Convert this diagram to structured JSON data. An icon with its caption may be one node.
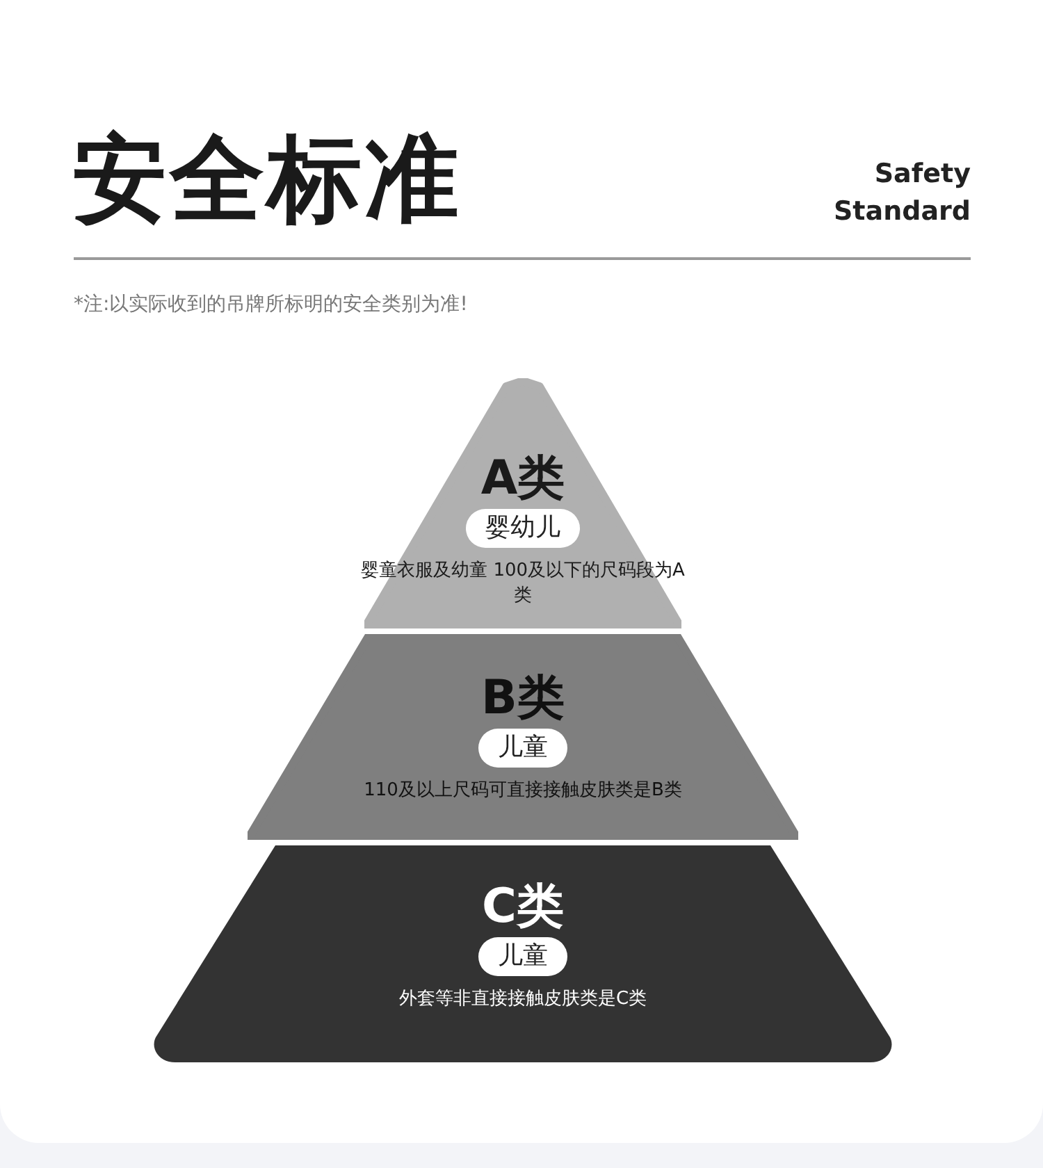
{
  "diagram": {
    "title": "安全标准",
    "nodes": [
      {
        "text": [
          "A类",
          "婴童衣服及幼童 100及以下的尺码段为A类"
        ]
      },
      {
        "text": [
          "婴幼儿"
        ],
        "in": 0
      },
      {
        "text": [
          "B类",
          "110及以上尺码可直接接触皮肤类是B类"
        ]
      },
      {
        "text": [
          "儿童"
        ],
        "in": 2
      },
      {
        "text": [
          "C类",
          "外套等非直接接触皮肤类是C类"
        ]
      },
      {
        "text": [
          "儿童"
        ],
        "in": 4
      }
    ],
    "labels": [
      "Safety Standard",
      "*注:以实际收到的吊牌所标明的安全类别为准!"
    ]
  }
}
